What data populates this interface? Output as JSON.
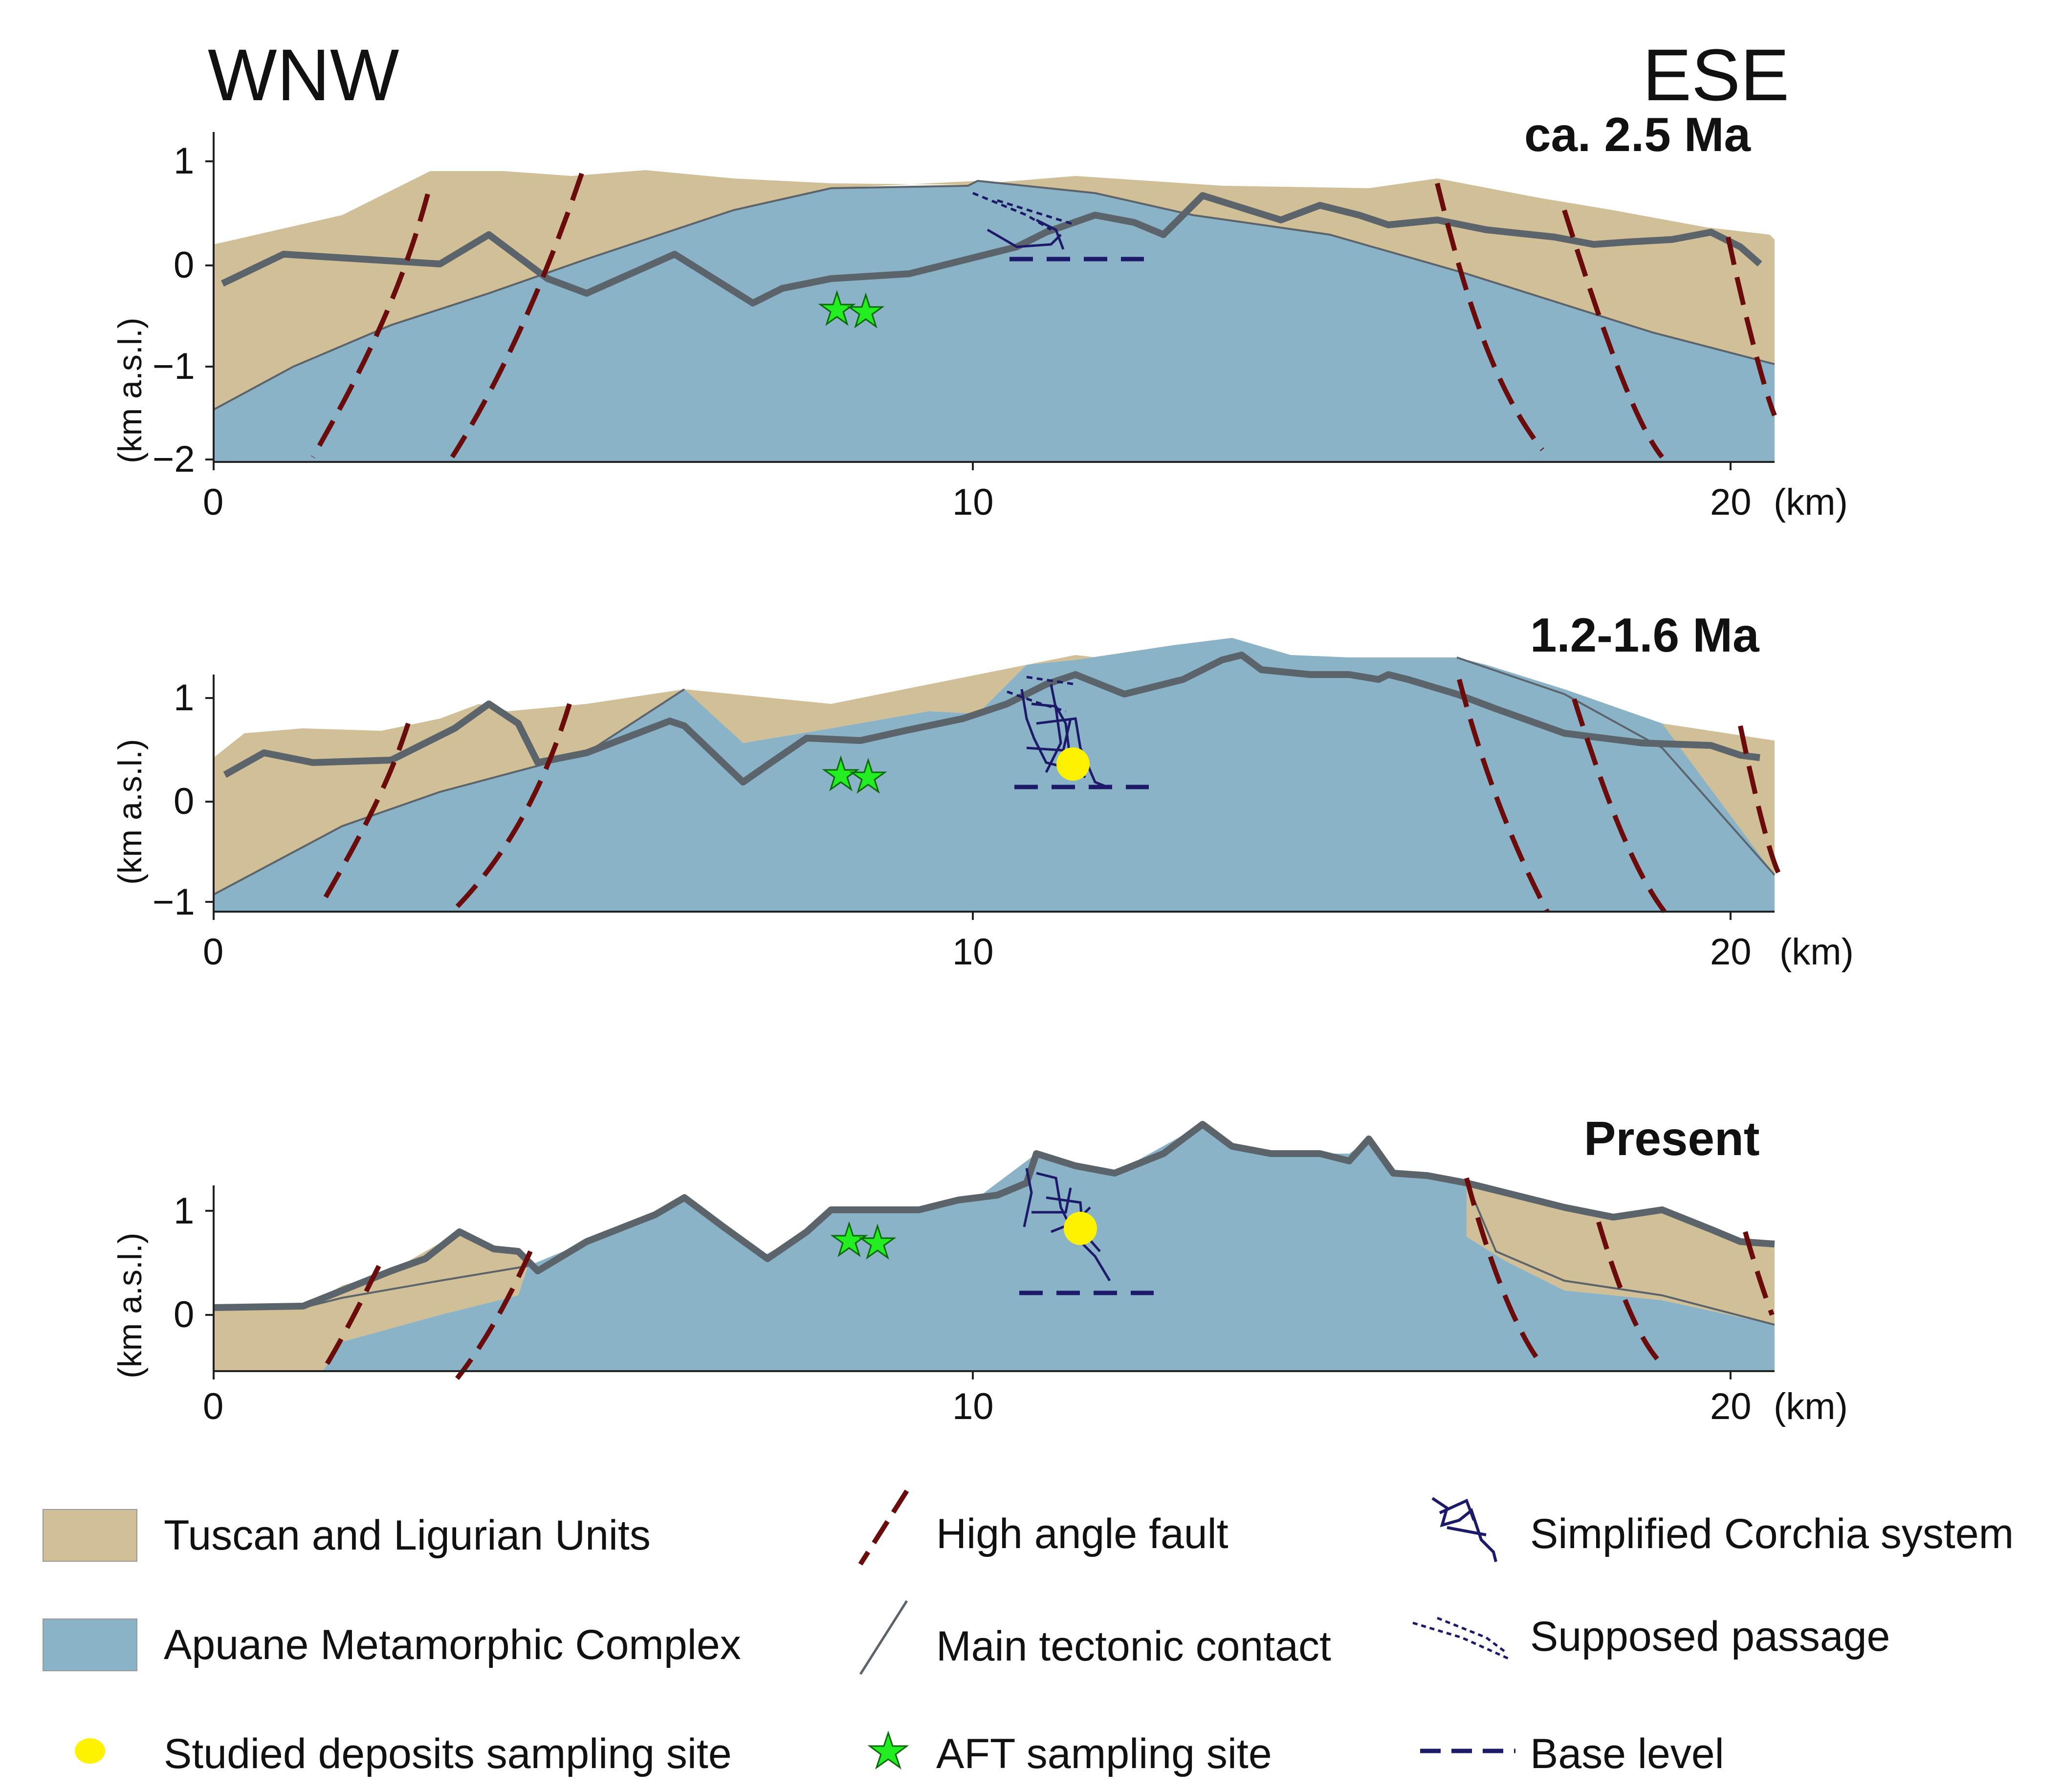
{
  "header": {
    "left_direction": "WNW",
    "right_direction": "ESE"
  },
  "colors": {
    "tuscan_units": "#d1bf98",
    "apuane_complex": "#8bb3c8",
    "topography_line": "#5b646b",
    "fault": "#6b0c0c",
    "corchia": "#1e1a6a",
    "aft_star": "#22ee22",
    "deposit_site": "#fff200"
  },
  "panels": [
    {
      "age": "ca. 2.5 Ma",
      "y_axis_title": "(km a.s.l.)",
      "y_ticks": [
        "1",
        "0",
        "−1",
        "−2"
      ],
      "x_ticks": [
        "0",
        "10",
        "20"
      ],
      "x_unit": "(km)"
    },
    {
      "age": "1.2-1.6 Ma",
      "y_axis_title": "(km a.s.l.)",
      "y_ticks": [
        "1",
        "0",
        "−1"
      ],
      "x_ticks": [
        "0",
        "10",
        "20"
      ],
      "x_unit": "(km)"
    },
    {
      "age": "Present",
      "y_axis_title": "(km a.s.l.)",
      "y_ticks": [
        "1",
        "0"
      ],
      "x_ticks": [
        "0",
        "10",
        "20"
      ],
      "x_unit": "(km)"
    }
  ],
  "legend": {
    "tuscan_units": "Tuscan and Ligurian Units",
    "apuane_complex": "Apuane Metamorphic Complex",
    "deposits_site": "Studied deposits sampling site",
    "high_angle_fault": "High angle fault",
    "tectonic_contact": "Main tectonic contact",
    "aft_site": "AFT sampling site",
    "corchia_system": "Simplified Corchia system",
    "supposed_passage": "Supposed passage",
    "base_level": "Base level"
  }
}
